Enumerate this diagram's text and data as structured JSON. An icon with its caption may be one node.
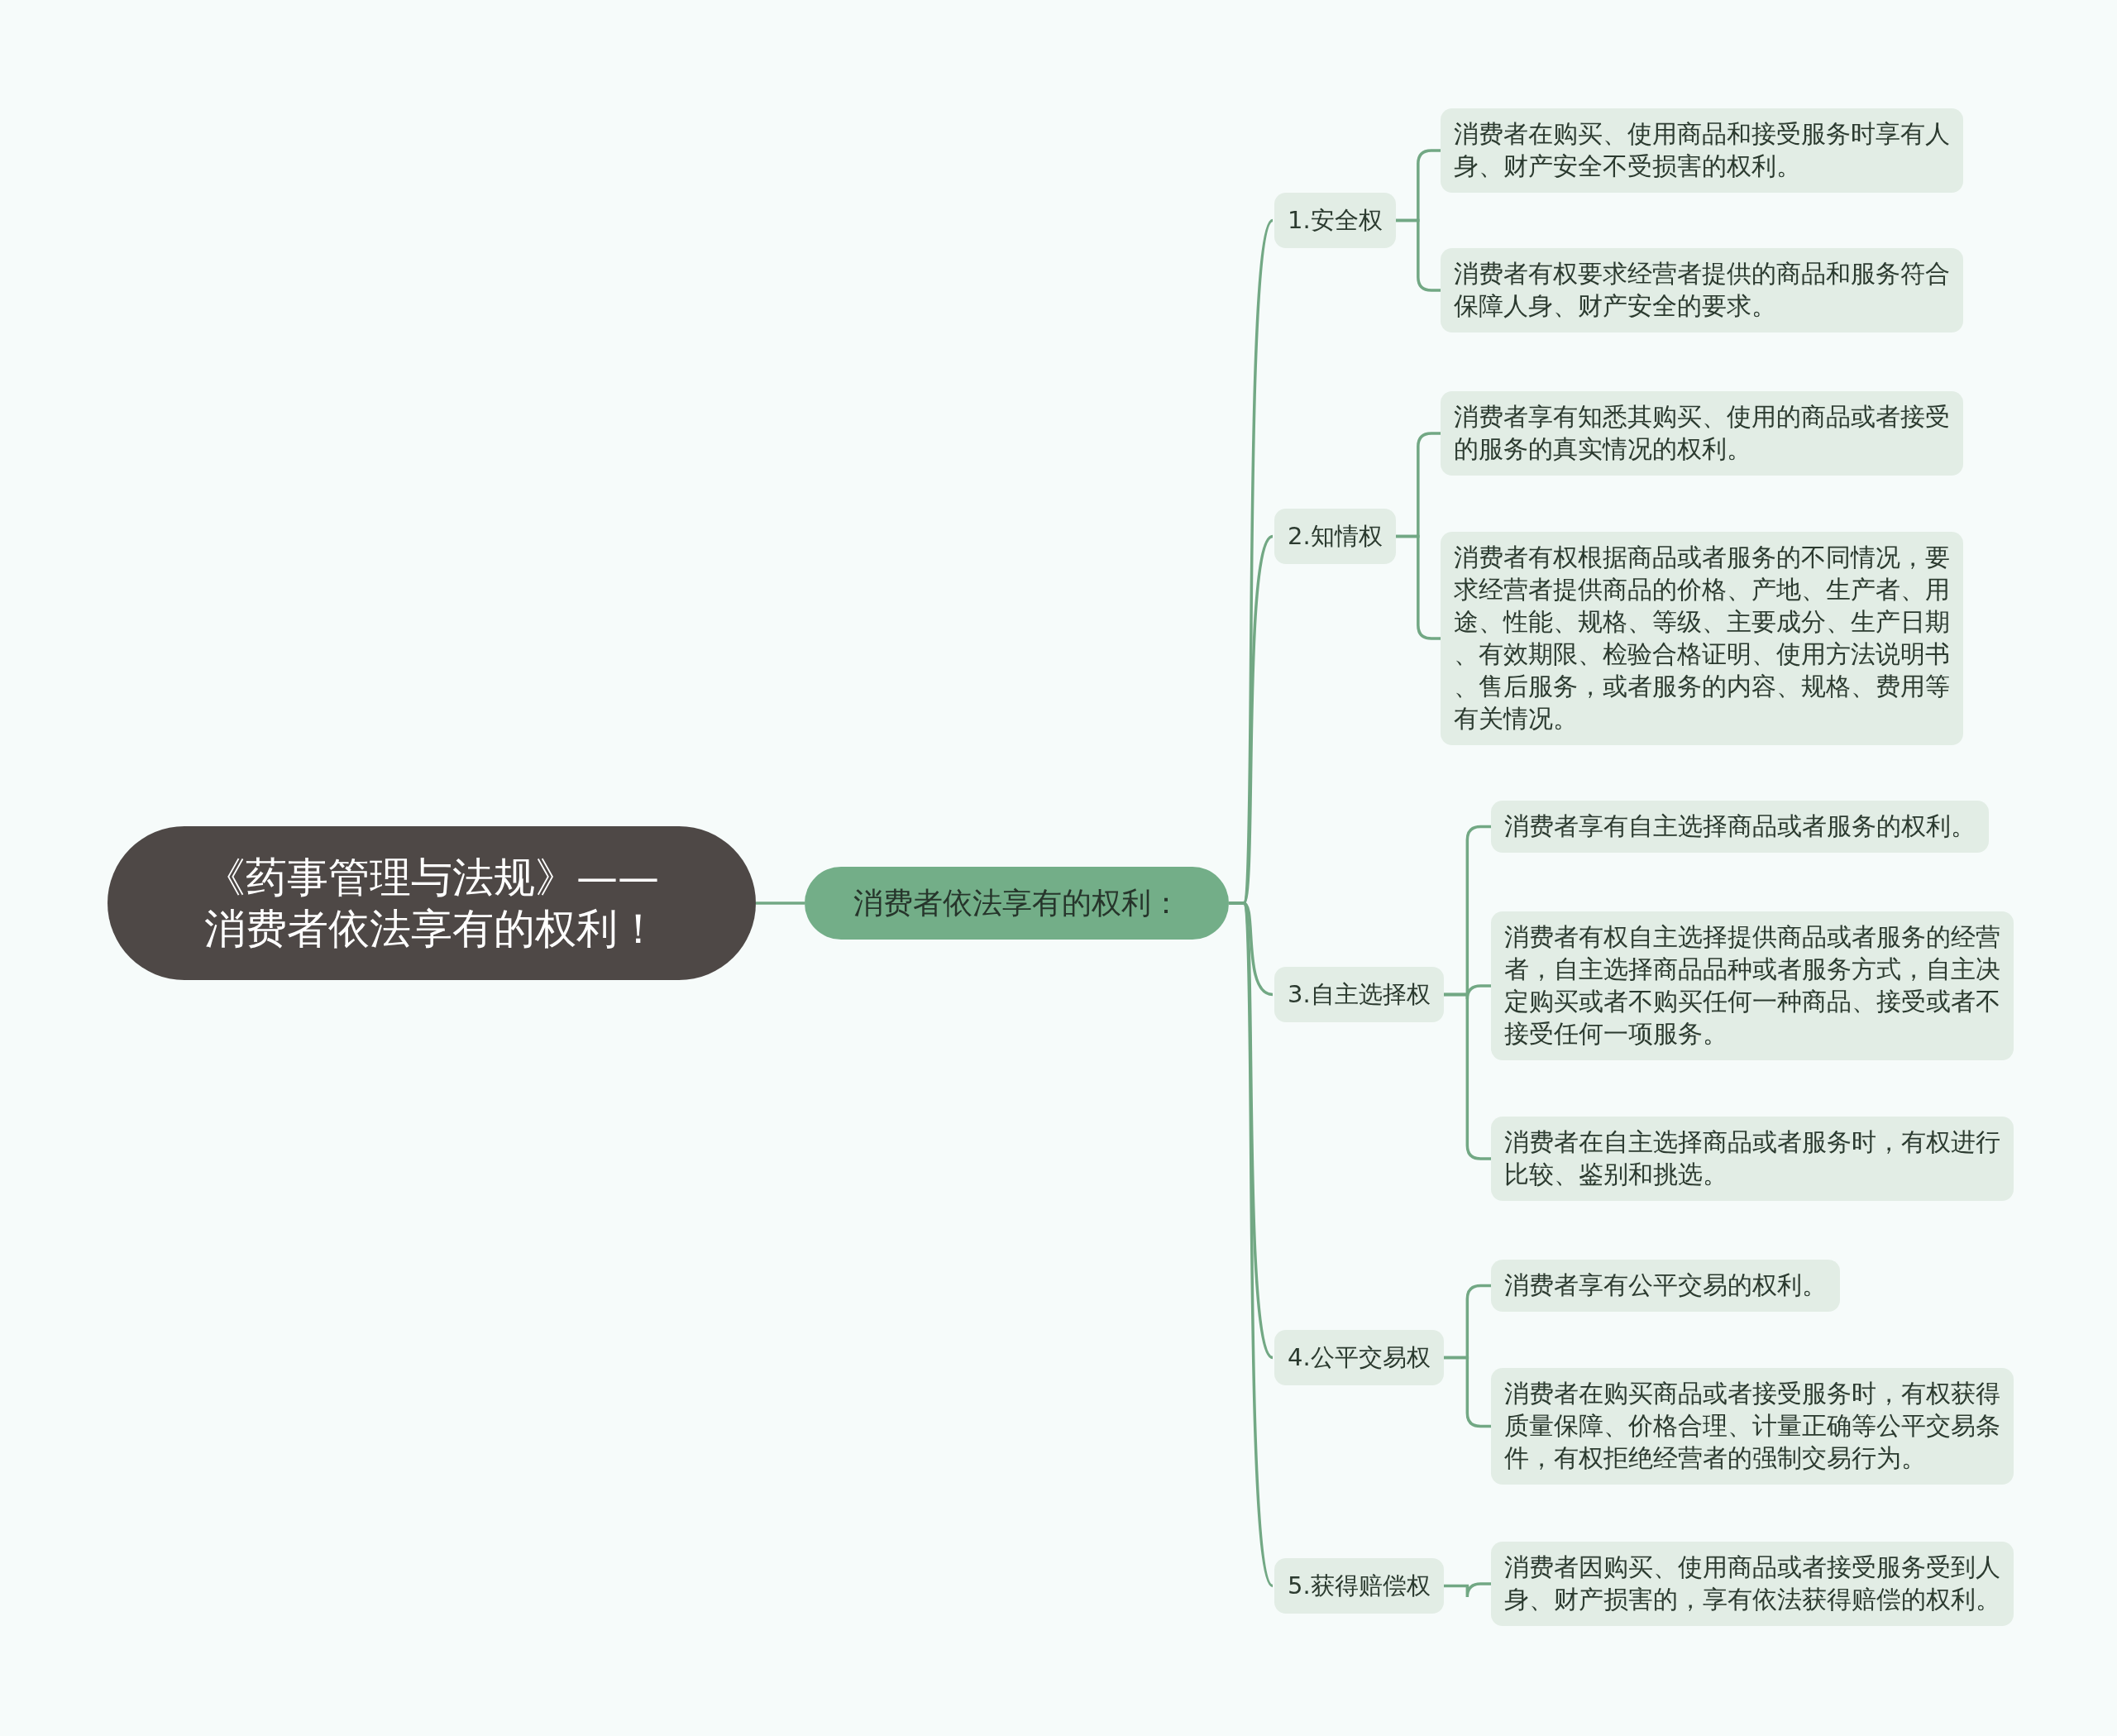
{
  "diagram": {
    "nodes": [
      {
        "text": [
          "《药事管理与法规》——消费者依法享有的权利！"
        ]
      },
      {
        "text": [
          "消费者依法享有的权利："
        ]
      },
      {
        "text": [
          "1.安全权"
        ]
      },
      {
        "text": [
          "消费者在购买、使用商品和接受服务时享有人身、财产安全不受损害的权利。"
        ]
      },
      {
        "text": [
          "消费者有权要求经营者提供的商品和服务符合保障人身、财产安全的要求。"
        ]
      },
      {
        "text": [
          "2.知情权"
        ]
      },
      {
        "text": [
          "消费者享有知悉其购买、使用的商品或者接受的服务的真实情况的权利。"
        ]
      },
      {
        "text": [
          "消费者有权根据商品或者服务的不同情况，要求经营者提供商品的价格、产地、生产者、用途、性能、规格、等级、主要成分、生产日期、有效期限、检验合格证明、使用方法说明书、售后服务，或者服务的内容、规格、费用等有关情况。"
        ]
      },
      {
        "text": [
          "3.自主选择权"
        ]
      },
      {
        "text": [
          "消费者享有自主选择商品或者服务的权利。"
        ]
      },
      {
        "text": [
          "消费者有权自主选择提供商品或者服务的经营者，自主选择商品品种或者服务方式，自主决定购买或者不购买任何一种商品、接受或者不接受任何一项服务。"
        ]
      },
      {
        "text": [
          "消费者在自主选择商品或者服务时，有权进行比较、鉴别和挑选。"
        ]
      },
      {
        "text": [
          "4.公平交易权"
        ]
      },
      {
        "text": [
          "消费者享有公平交易的权利。"
        ]
      },
      {
        "text": [
          "消费者在购买商品或者接受服务时，有权获得质量保障、价格合理、计量正确等公平交易条件，有权拒绝经营者的强制交易行为。"
        ]
      },
      {
        "text": [
          "5.获得赔偿权"
        ]
      },
      {
        "text": [
          "消费者因购买、使用商品或者接受服务受到人身、财产损害的，享有依法获得赔偿的权利。"
        ]
      }
    ],
    "edges": [
      {
        "from": 0,
        "to": 1,
        "arrow": "none"
      },
      {
        "from": 1,
        "to": 2,
        "arrow": "none"
      },
      {
        "from": 2,
        "to": 3,
        "arrow": "none"
      },
      {
        "from": 2,
        "to": 4,
        "arrow": "none"
      },
      {
        "from": 1,
        "to": 5,
        "arrow": "none"
      },
      {
        "from": 5,
        "to": 6,
        "arrow": "none"
      },
      {
        "from": 5,
        "to": 7,
        "arrow": "none"
      },
      {
        "from": 1,
        "to": 8,
        "arrow": "none"
      },
      {
        "from": 8,
        "to": 9,
        "arrow": "none"
      },
      {
        "from": 8,
        "to": 10,
        "arrow": "none"
      },
      {
        "from": 8,
        "to": 11,
        "arrow": "none"
      },
      {
        "from": 1,
        "to": 12,
        "arrow": "none"
      },
      {
        "from": 12,
        "to": 13,
        "arrow": "none"
      },
      {
        "from": 12,
        "to": 14,
        "arrow": "none"
      },
      {
        "from": 1,
        "to": 15,
        "arrow": "none"
      },
      {
        "from": 15,
        "to": 16,
        "arrow": "none"
      }
    ]
  }
}
